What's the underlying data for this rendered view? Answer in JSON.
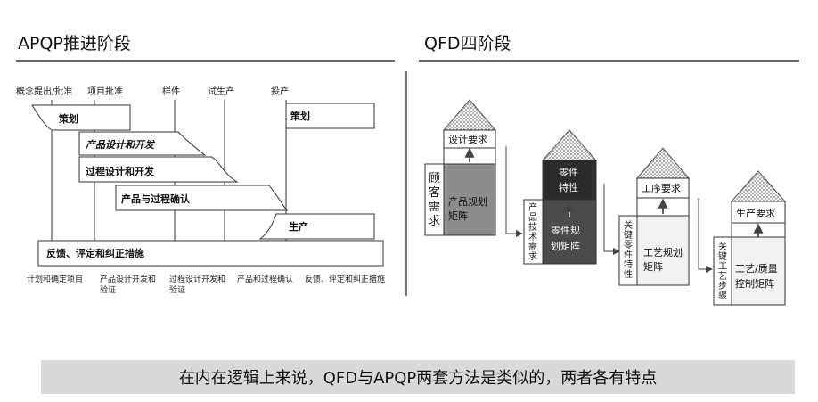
{
  "left": {
    "title": "APQP推进阶段",
    "milestones": [
      "概念提出/批准",
      "项目批准",
      "样件",
      "试生产",
      "投产"
    ],
    "phases": {
      "plan1": "策划",
      "plan2": "策划",
      "product_design": "产品设计和开发",
      "process_design": "过程设计和开发",
      "validation": "产品与过程确认",
      "production": "生产",
      "feedback": "反馈、评定和纠正措施"
    },
    "bottom_labels": [
      [
        "计划和确定项目"
      ],
      [
        "产品设计开发和",
        "验证"
      ],
      [
        "过程设计开发和",
        "验证"
      ],
      [
        "产品和过程确认"
      ],
      [
        "反馈、评定和纠正措施"
      ]
    ]
  },
  "right": {
    "title": "QFD四阶段",
    "house1": {
      "top": "设计要求",
      "body": [
        "产品规划",
        "矩阵"
      ],
      "side": [
        "顾",
        "客",
        "需",
        "求"
      ]
    },
    "house2": {
      "top": [
        "零件",
        "特性"
      ],
      "body": [
        "零件规",
        "划矩阵"
      ],
      "side": [
        "产",
        "品",
        "技",
        "术",
        "需",
        "求"
      ]
    },
    "house3": {
      "top": "工序要求",
      "body": [
        "工艺规划",
        "矩阵"
      ],
      "side": [
        "关",
        "键",
        "零",
        "件",
        "特",
        "性"
      ]
    },
    "house4": {
      "top": "生产要求",
      "body": [
        "工艺/质量",
        "控制矩阵"
      ],
      "side": [
        "关",
        "键",
        "工",
        "艺",
        "步",
        "骤"
      ]
    }
  },
  "banner": "在内在逻辑上来说，QFD与APQP两套方法是类似的，两者各有特点"
}
